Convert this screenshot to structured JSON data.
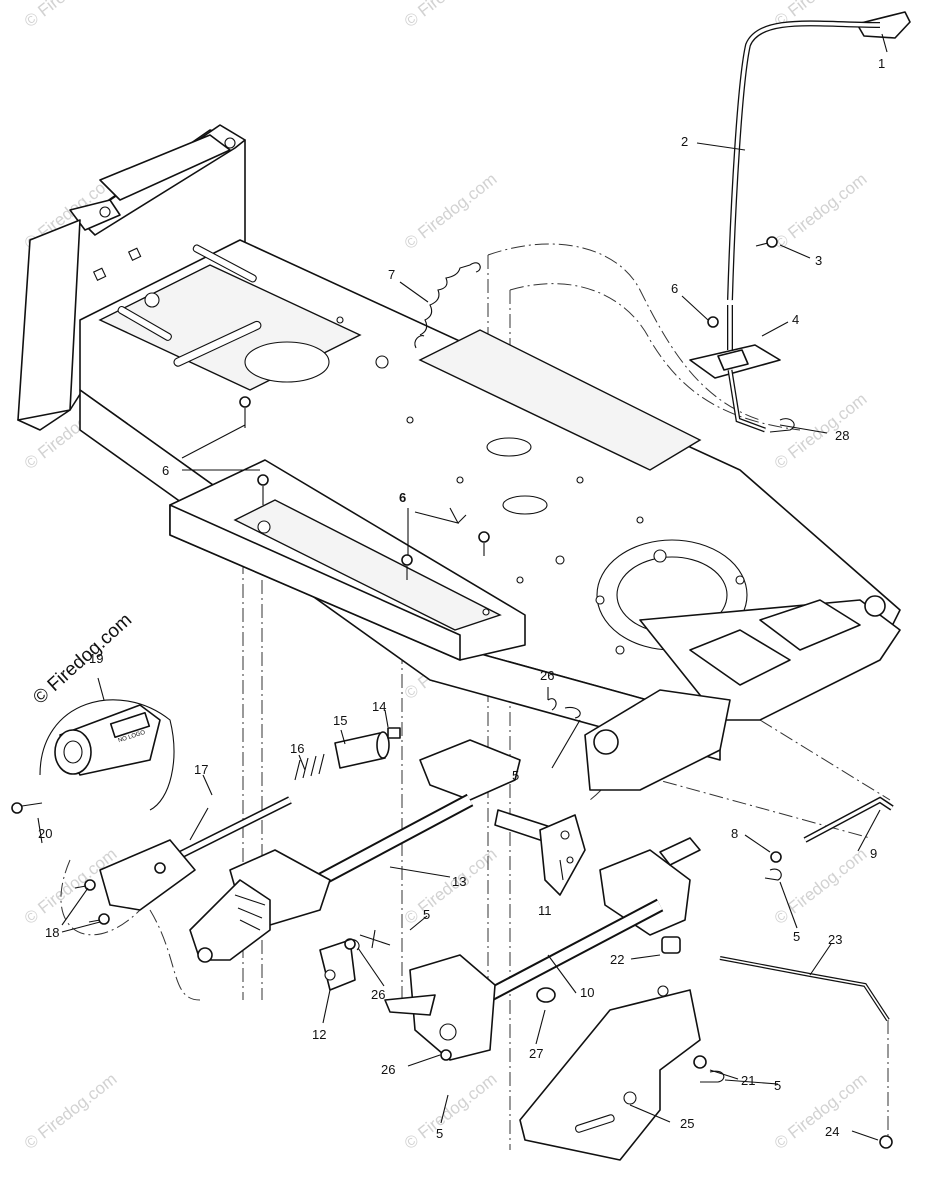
{
  "watermark": {
    "text": "© Firedog.com",
    "inset_text": "© Firedog.com"
  },
  "inset_part_label": "NO LOGO",
  "callouts": [
    "1",
    "2",
    "3",
    "4",
    "5",
    "6",
    "7",
    "8",
    "9",
    "10",
    "11",
    "12",
    "13",
    "14",
    "15",
    "16",
    "17",
    "18",
    "19",
    "20",
    "21",
    "22",
    "23",
    "24",
    "25",
    "26",
    "27",
    "28"
  ],
  "extra_callouts": {
    "c6b": "6",
    "c6c": "6",
    "c5b": "5",
    "c5c": "5",
    "c5d": "5",
    "c5e": "5",
    "c26b": "26",
    "c26c": "26"
  }
}
